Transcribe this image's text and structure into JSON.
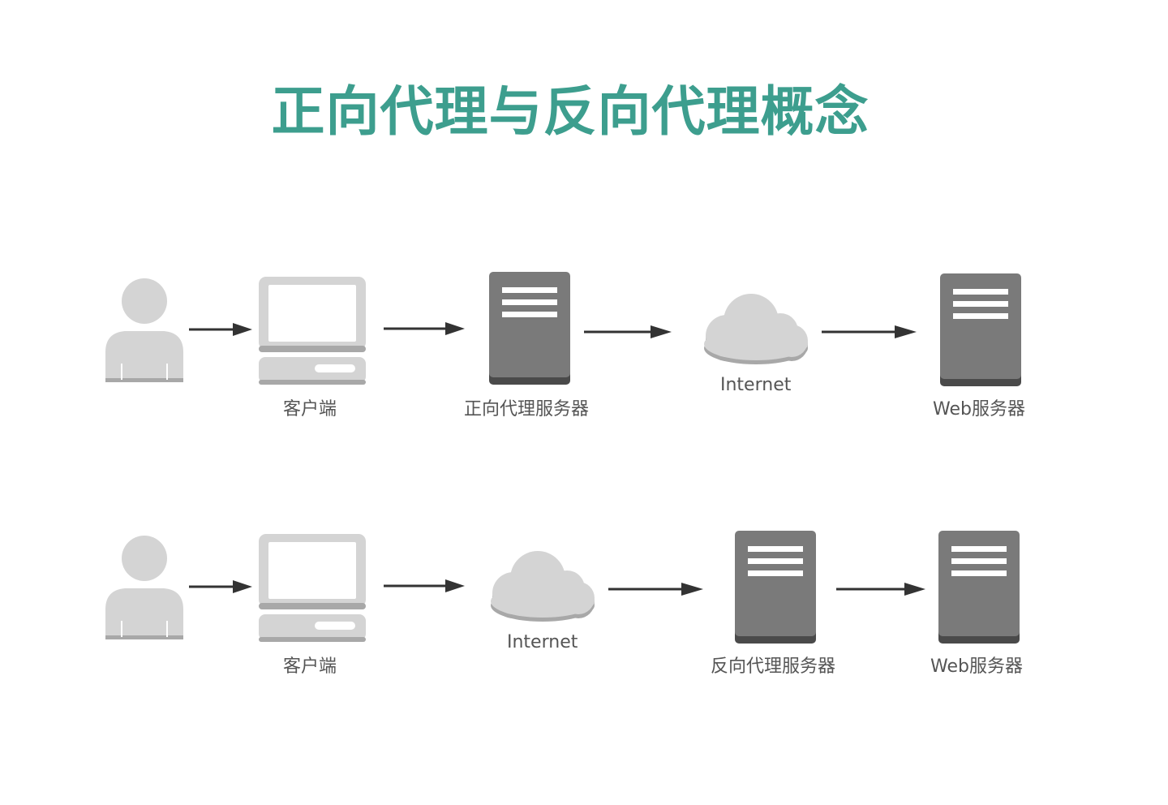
{
  "title": "正向代理与反向代理概念",
  "colors": {
    "title": "#3d9e8e",
    "icon_light": "#d4d4d4",
    "icon_light_shadow": "#a8a8a8",
    "server_dark": "#7a7a7a",
    "server_shadow": "#4a4a4a",
    "server_lines": "#ffffff",
    "arrow": "#333333",
    "label": "#555555"
  },
  "forward_proxy": {
    "nodes": [
      {
        "icon": "user-icon",
        "label": ""
      },
      {
        "icon": "computer-icon",
        "label": "客户端"
      },
      {
        "icon": "server-icon",
        "label": "正向代理服务器"
      },
      {
        "icon": "cloud-icon",
        "label": "Internet"
      },
      {
        "icon": "server-icon",
        "label": "Web服务器"
      }
    ]
  },
  "reverse_proxy": {
    "nodes": [
      {
        "icon": "user-icon",
        "label": ""
      },
      {
        "icon": "computer-icon",
        "label": "客户端"
      },
      {
        "icon": "cloud-icon",
        "label": "Internet"
      },
      {
        "icon": "server-icon",
        "label": "反向代理服务器"
      },
      {
        "icon": "server-icon",
        "label": "Web服务器"
      }
    ]
  }
}
